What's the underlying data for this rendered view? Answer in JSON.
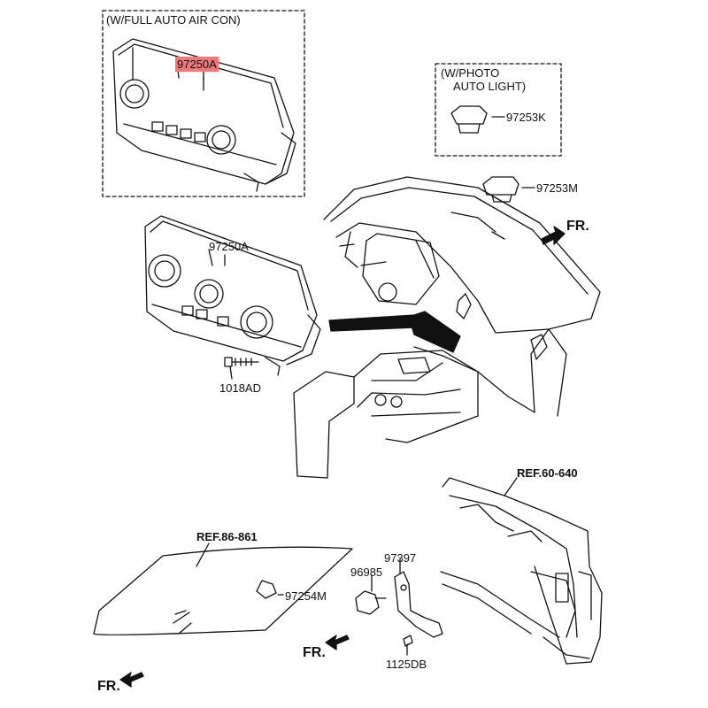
{
  "box_auto_aircon": {
    "title": "(W/FULL AUTO AIR CON)",
    "part": "97250A"
  },
  "box_photo_light": {
    "title_line1": "(W/PHOTO",
    "title_line2": "AUTO LIGHT)",
    "part": "97253K"
  },
  "parts": {
    "sensor_dash": "97253M",
    "heater_control": "97250A",
    "screw": "1018AD",
    "windshield_sensor": "97254M",
    "sensor_96985": "96985",
    "bracket": "97397",
    "bolt": "1125DB"
  },
  "refs": {
    "windshield": "REF.86-861",
    "front_end_module": "REF.60-640"
  },
  "direction": {
    "fr_dash": "FR.",
    "fr_bracket": "FR.",
    "fr_windshield": "FR."
  },
  "colors": {
    "highlight": "#f07878",
    "line": "#111111"
  }
}
